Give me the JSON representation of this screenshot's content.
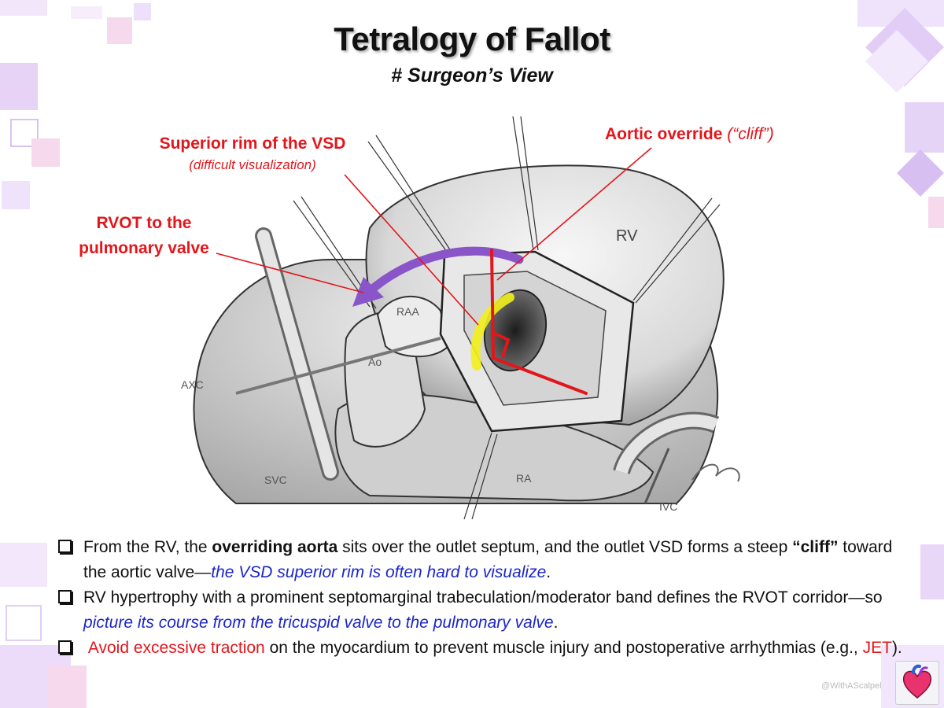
{
  "title": "Tetralogy of Fallot",
  "subtitle": "# Surgeon’s View",
  "labels": {
    "aortic_override": "Aortic override",
    "aortic_override_note": "(“cliff”)",
    "superior_rim": "Superior rim of the VSD",
    "superior_rim_note": "(difficult visualization)",
    "rvot_line1": "RVOT to the",
    "rvot_line2": "pulmonary valve"
  },
  "anatomy": {
    "rv": "RV",
    "raa": "RAA",
    "ao": "Ao",
    "axc": "AXC",
    "svc": "SVC",
    "ra": "RA",
    "ivc": "IVC"
  },
  "bullets": [
    {
      "p1": "From the RV, the ",
      "p2": "overriding aorta",
      "p3": " sits over the outlet septum, and the outlet VSD forms a steep ",
      "p4": "“cliff”",
      "p5": " toward the aortic valve—",
      "p6": "the VSD superior rim is often hard to visualize",
      "p7": "."
    },
    {
      "p1": "RV hypertrophy with a prominent septomarginal trabeculation/moderator band defines the RVOT corridor—so ",
      "p2": "picture its course from the tricuspid valve to the pulmonary valve",
      "p3": "."
    },
    {
      "p1": "Avoid excessive traction",
      "p2": " on the myocardium to prevent muscle injury and postoperative arrhythmias (e.g., ",
      "p3": "JET",
      "p4": ")."
    }
  ],
  "credit": "@WithAScalpel",
  "colors": {
    "label_red": "#e3161b",
    "emphasis_blue": "#1b26c9",
    "arrow_purple": "#8a55c9",
    "rim_yellow": "#f2f01c",
    "deco_lavender": "#e7d6f7",
    "deco_pink": "#f6d9ec"
  },
  "icons": [
    "heart-icon",
    "checkbox-bullet-icon"
  ]
}
